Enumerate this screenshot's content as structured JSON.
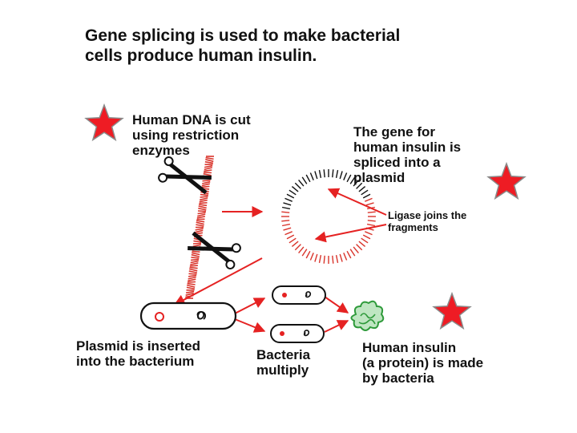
{
  "title": {
    "line1": "Gene splicing is used to make bacterial",
    "line2": "cells produce human insulin."
  },
  "labels": {
    "cut": [
      "Human DNA is cut",
      "using restriction",
      "enzymes"
    ],
    "gene": [
      "The gene for",
      "human insulin is",
      "spliced into a",
      "plasmid"
    ],
    "ligase": [
      "Ligase joins the",
      "fragments"
    ],
    "inserted": [
      "Plasmid is inserted",
      "into the bacterium"
    ],
    "multiply": [
      "Bacteria",
      "multiply"
    ],
    "made": [
      "Human insulin",
      "(a protein) is made",
      "by bacteria"
    ]
  },
  "colors": {
    "arrow": "#e52222",
    "dna": "#d9342b",
    "star": "#ee1c24",
    "star_outline": "#8a8a8a",
    "insulin": "#2e9a3a",
    "ink": "#111111"
  },
  "icons": [
    "star-icon",
    "scissors-icon",
    "plasmid-icon",
    "bacterium-icon",
    "insulin-protein-icon"
  ]
}
